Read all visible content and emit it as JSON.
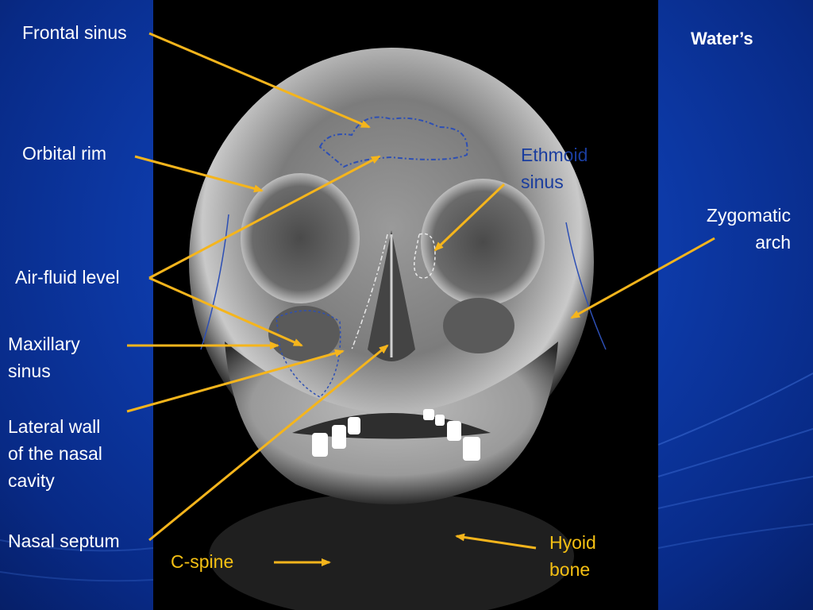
{
  "title": "Water’s",
  "labels": {
    "frontal_sinus": "Frontal sinus",
    "orbital_rim": "Orbital rim",
    "air_fluid_level": "Air-fluid level",
    "maxillary_sinus_1": "Maxillary",
    "maxillary_sinus_2": "sinus",
    "lateral_wall_1": "Lateral wall",
    "lateral_wall_2": "of the nasal",
    "lateral_wall_3": "cavity",
    "nasal_septum": "Nasal septum",
    "c_spine": "C-spine",
    "hyoid_1": "Hyoid",
    "hyoid_2": "bone",
    "ethmoid_1": "Ethmoid",
    "ethmoid_2": "sinus",
    "zygomatic_1": "Zygomatic",
    "zygomatic_2": "arch"
  },
  "colors": {
    "arrow": "#f5b51c",
    "background_blue": "#0d3aa8",
    "ethmoid_label": "#1a3d9e",
    "c_spine_label": "#f5c013"
  }
}
